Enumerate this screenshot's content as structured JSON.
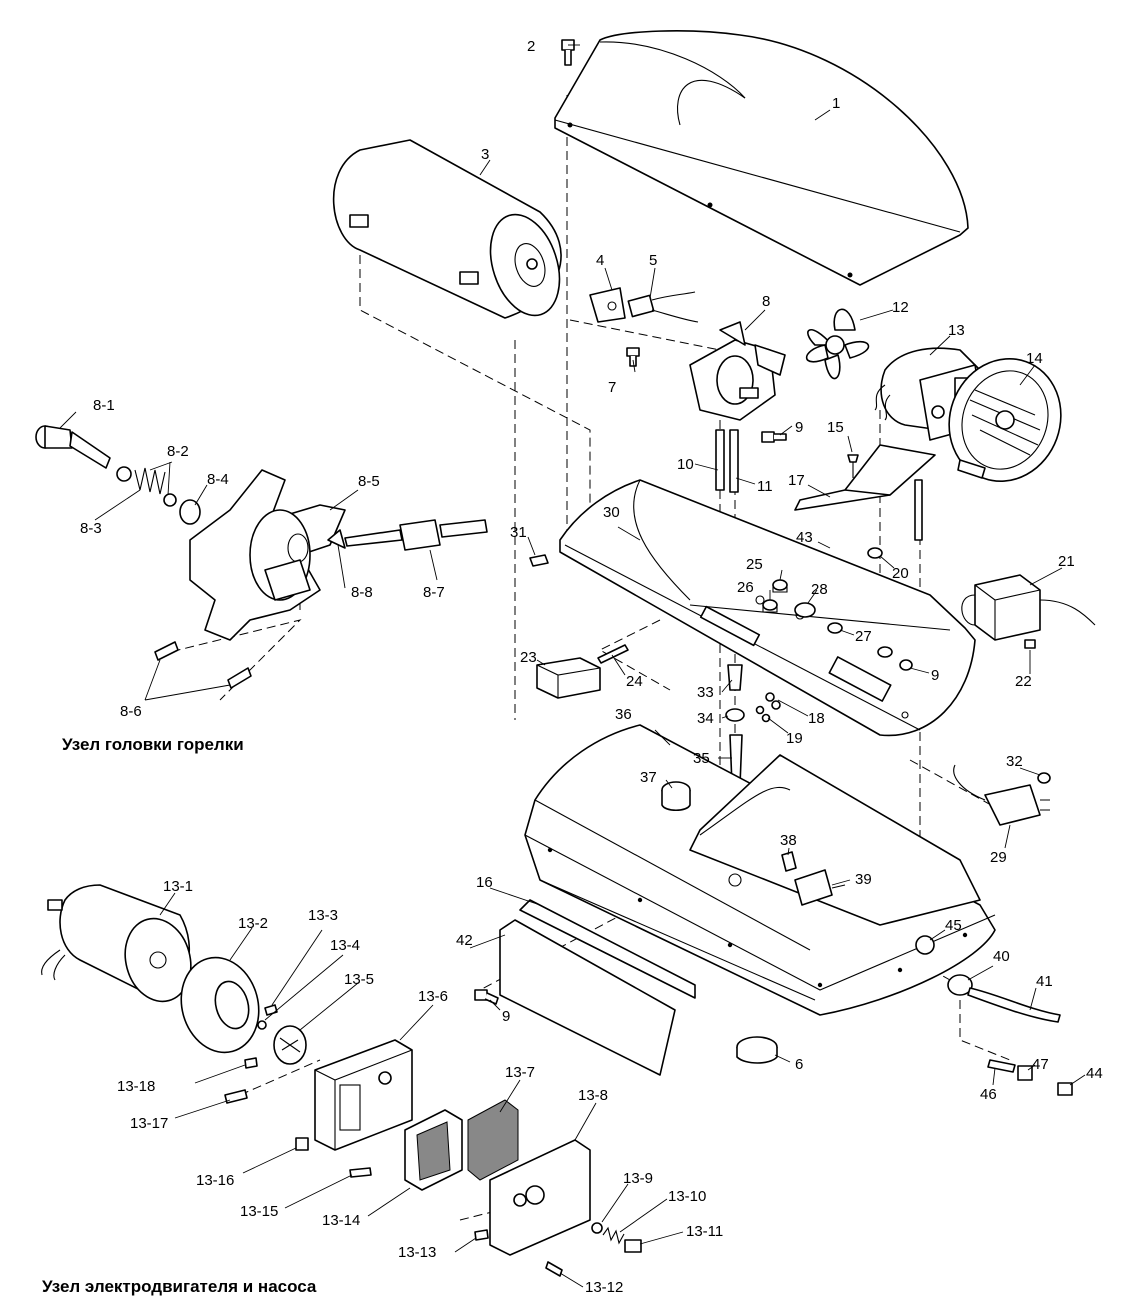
{
  "captions": {
    "burner_head": "Узел головки горелки",
    "motor_pump": "Узел электродвигателя и насоса"
  },
  "labels": {
    "p1": "1",
    "p2": "2",
    "p3": "3",
    "p4": "4",
    "p5": "5",
    "p6": "6",
    "p7": "7",
    "p8": "8",
    "p9a": "9",
    "p9b": "9",
    "p9c": "9",
    "p10": "10",
    "p11": "11",
    "p12": "12",
    "p13": "13",
    "p14": "14",
    "p15": "15",
    "p16": "16",
    "p17": "17",
    "p18": "18",
    "p19": "19",
    "p20": "20",
    "p21": "21",
    "p22": "22",
    "p23": "23",
    "p24": "24",
    "p25": "25",
    "p26": "26",
    "p27": "27",
    "p28": "28",
    "p29": "29",
    "p30": "30",
    "p31": "31",
    "p32": "32",
    "p33": "33",
    "p34": "34",
    "p35": "35",
    "p36": "36",
    "p37": "37",
    "p38": "38",
    "p39": "39",
    "p40": "40",
    "p41": "41",
    "p42": "42",
    "p43": "43",
    "p44": "44",
    "p45": "45",
    "p46": "46",
    "p47": "47",
    "b1": "8-1",
    "b2": "8-2",
    "b3": "8-3",
    "b4": "8-4",
    "b5": "8-5",
    "b6": "8-6",
    "b7": "8-7",
    "b8": "8-8",
    "m1": "13-1",
    "m2": "13-2",
    "m3": "13-3",
    "m4": "13-4",
    "m5": "13-5",
    "m6": "13-6",
    "m7": "13-7",
    "m8": "13-8",
    "m9": "13-9",
    "m10": "13-10",
    "m11": "13-11",
    "m12": "13-12",
    "m13": "13-13",
    "m14": "13-14",
    "m15": "13-15",
    "m16": "13-16",
    "m17": "13-17",
    "m18": "13-18"
  }
}
